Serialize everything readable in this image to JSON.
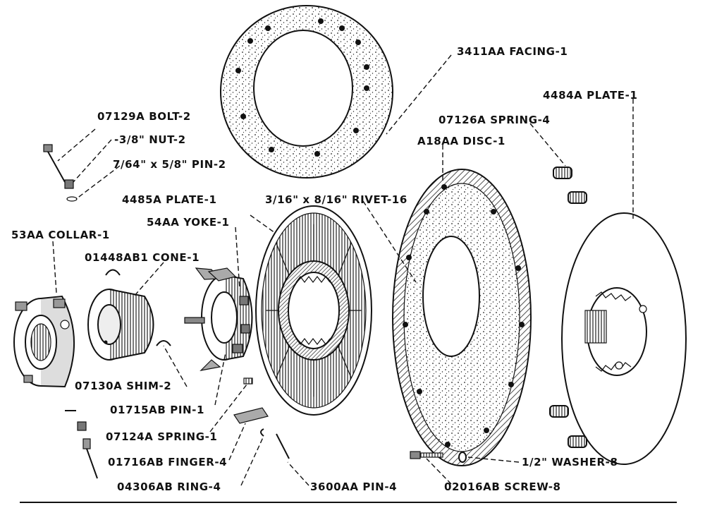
{
  "parts": [
    {
      "id": "facing",
      "text": "3411AA FACING-1"
    },
    {
      "id": "plate4484",
      "text": "4484A PLATE-1"
    },
    {
      "id": "spring07126",
      "text": "07126A SPRING-4"
    },
    {
      "id": "disc",
      "text": "A18AA DISC-1"
    },
    {
      "id": "bolt",
      "text": "07129A BOLT-2"
    },
    {
      "id": "nut",
      "text": "-3/8\" NUT-2"
    },
    {
      "id": "pin764",
      "text": "7/64\" x 5/8\" PIN-2"
    },
    {
      "id": "plate4485",
      "text": "4485A PLATE-1"
    },
    {
      "id": "rivet",
      "text": "3/16\" x 8/16\" RIVET-16"
    },
    {
      "id": "yoke",
      "text": "54AA YOKE-1"
    },
    {
      "id": "collar",
      "text": "53AA COLLAR-1"
    },
    {
      "id": "cone",
      "text": "01448AB1 CONE-1"
    },
    {
      "id": "shim",
      "text": "07130A SHIM-2"
    },
    {
      "id": "pin01715",
      "text": "01715AB PIN-1"
    },
    {
      "id": "spring07124",
      "text": "07124A SPRING-1"
    },
    {
      "id": "finger",
      "text": "01716AB FINGER-4"
    },
    {
      "id": "ring",
      "text": "04306AB RING-4"
    },
    {
      "id": "pin3600",
      "text": "3600AA PIN-4"
    },
    {
      "id": "screw",
      "text": "02016AB SCREW-8"
    },
    {
      "id": "washer",
      "text": "1/2\" WASHER-8"
    }
  ]
}
